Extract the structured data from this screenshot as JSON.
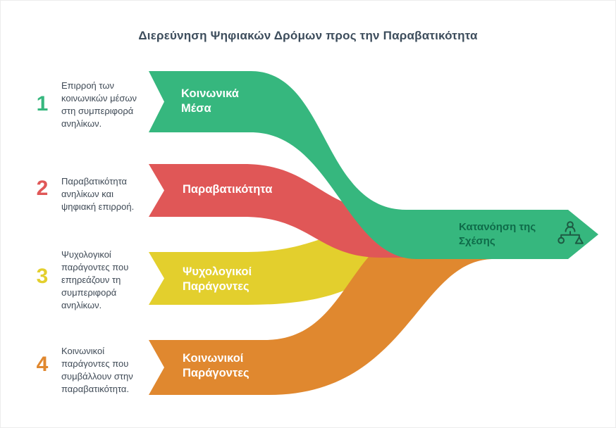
{
  "title": "Διερεύνηση Ψηφιακών Δρόμων προς την Παραβατικότητα",
  "colors": {
    "green": "#36b77e",
    "red": "#e05757",
    "yellow": "#e3cf2d",
    "orange": "#e0882f",
    "title_text": "#3d4d5c",
    "desc_text": "#3f4a56",
    "result_text": "#0e6b49",
    "result_icon": "#1d5a42",
    "band_label_text": "#ffffff"
  },
  "items": [
    {
      "number": "1",
      "description": "Επιρροή των κοινωνικών μέσων στη συμπεριφορά ανηλίκων.",
      "label": "Κοινωνικά Μέσα"
    },
    {
      "number": "2",
      "description": "Παραβατικότητα ανηλίκων και ψηφιακή επιρροή.",
      "label": "Παραβατικότητα"
    },
    {
      "number": "3",
      "description": "Ψυχολογικοί παράγοντες που επηρεάζουν τη συμπεριφορά ανηλίκων.",
      "label": "Ψυχολογικοί Παράγοντες"
    },
    {
      "number": "4",
      "description": "Κοινωνικοί παράγοντες που συμβάλλουν στην παραβατικότητα.",
      "label": "Κοινωνικοί Παράγοντες"
    }
  ],
  "result": {
    "label": "Κατανόηση της Σχέσης",
    "icon": "relationship-hierarchy-icon"
  }
}
